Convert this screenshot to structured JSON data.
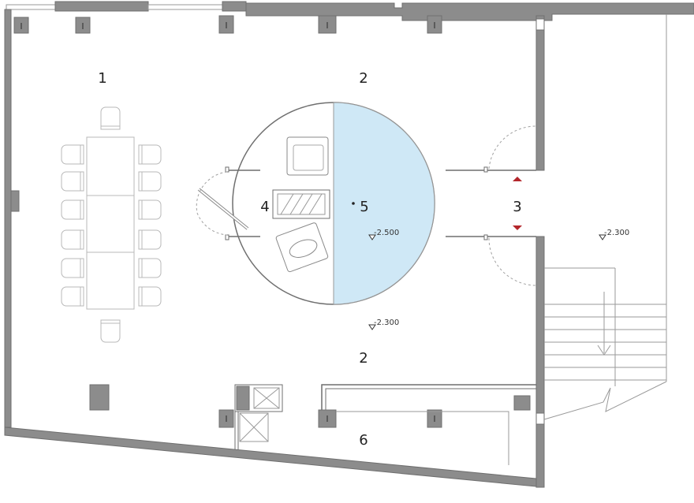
{
  "rooms": [
    {
      "label": "1"
    },
    {
      "label": "2"
    },
    {
      "label": "2"
    },
    {
      "label": "3"
    },
    {
      "label": "4"
    },
    {
      "label": "5"
    },
    {
      "label": "6"
    }
  ],
  "levels": [
    {
      "label": "-2.500"
    },
    {
      "label": "-2.300"
    },
    {
      "label": "-2.300"
    }
  ],
  "colors": {
    "wall": "#8c8c8c",
    "pool": "#cfe8f6",
    "arrow": "#b3262b",
    "line": "#9a9a9a"
  },
  "icons": [
    "column-icon",
    "chair-icon",
    "armchair-icon",
    "stair-arrow-icon",
    "level-marker-icon"
  ]
}
